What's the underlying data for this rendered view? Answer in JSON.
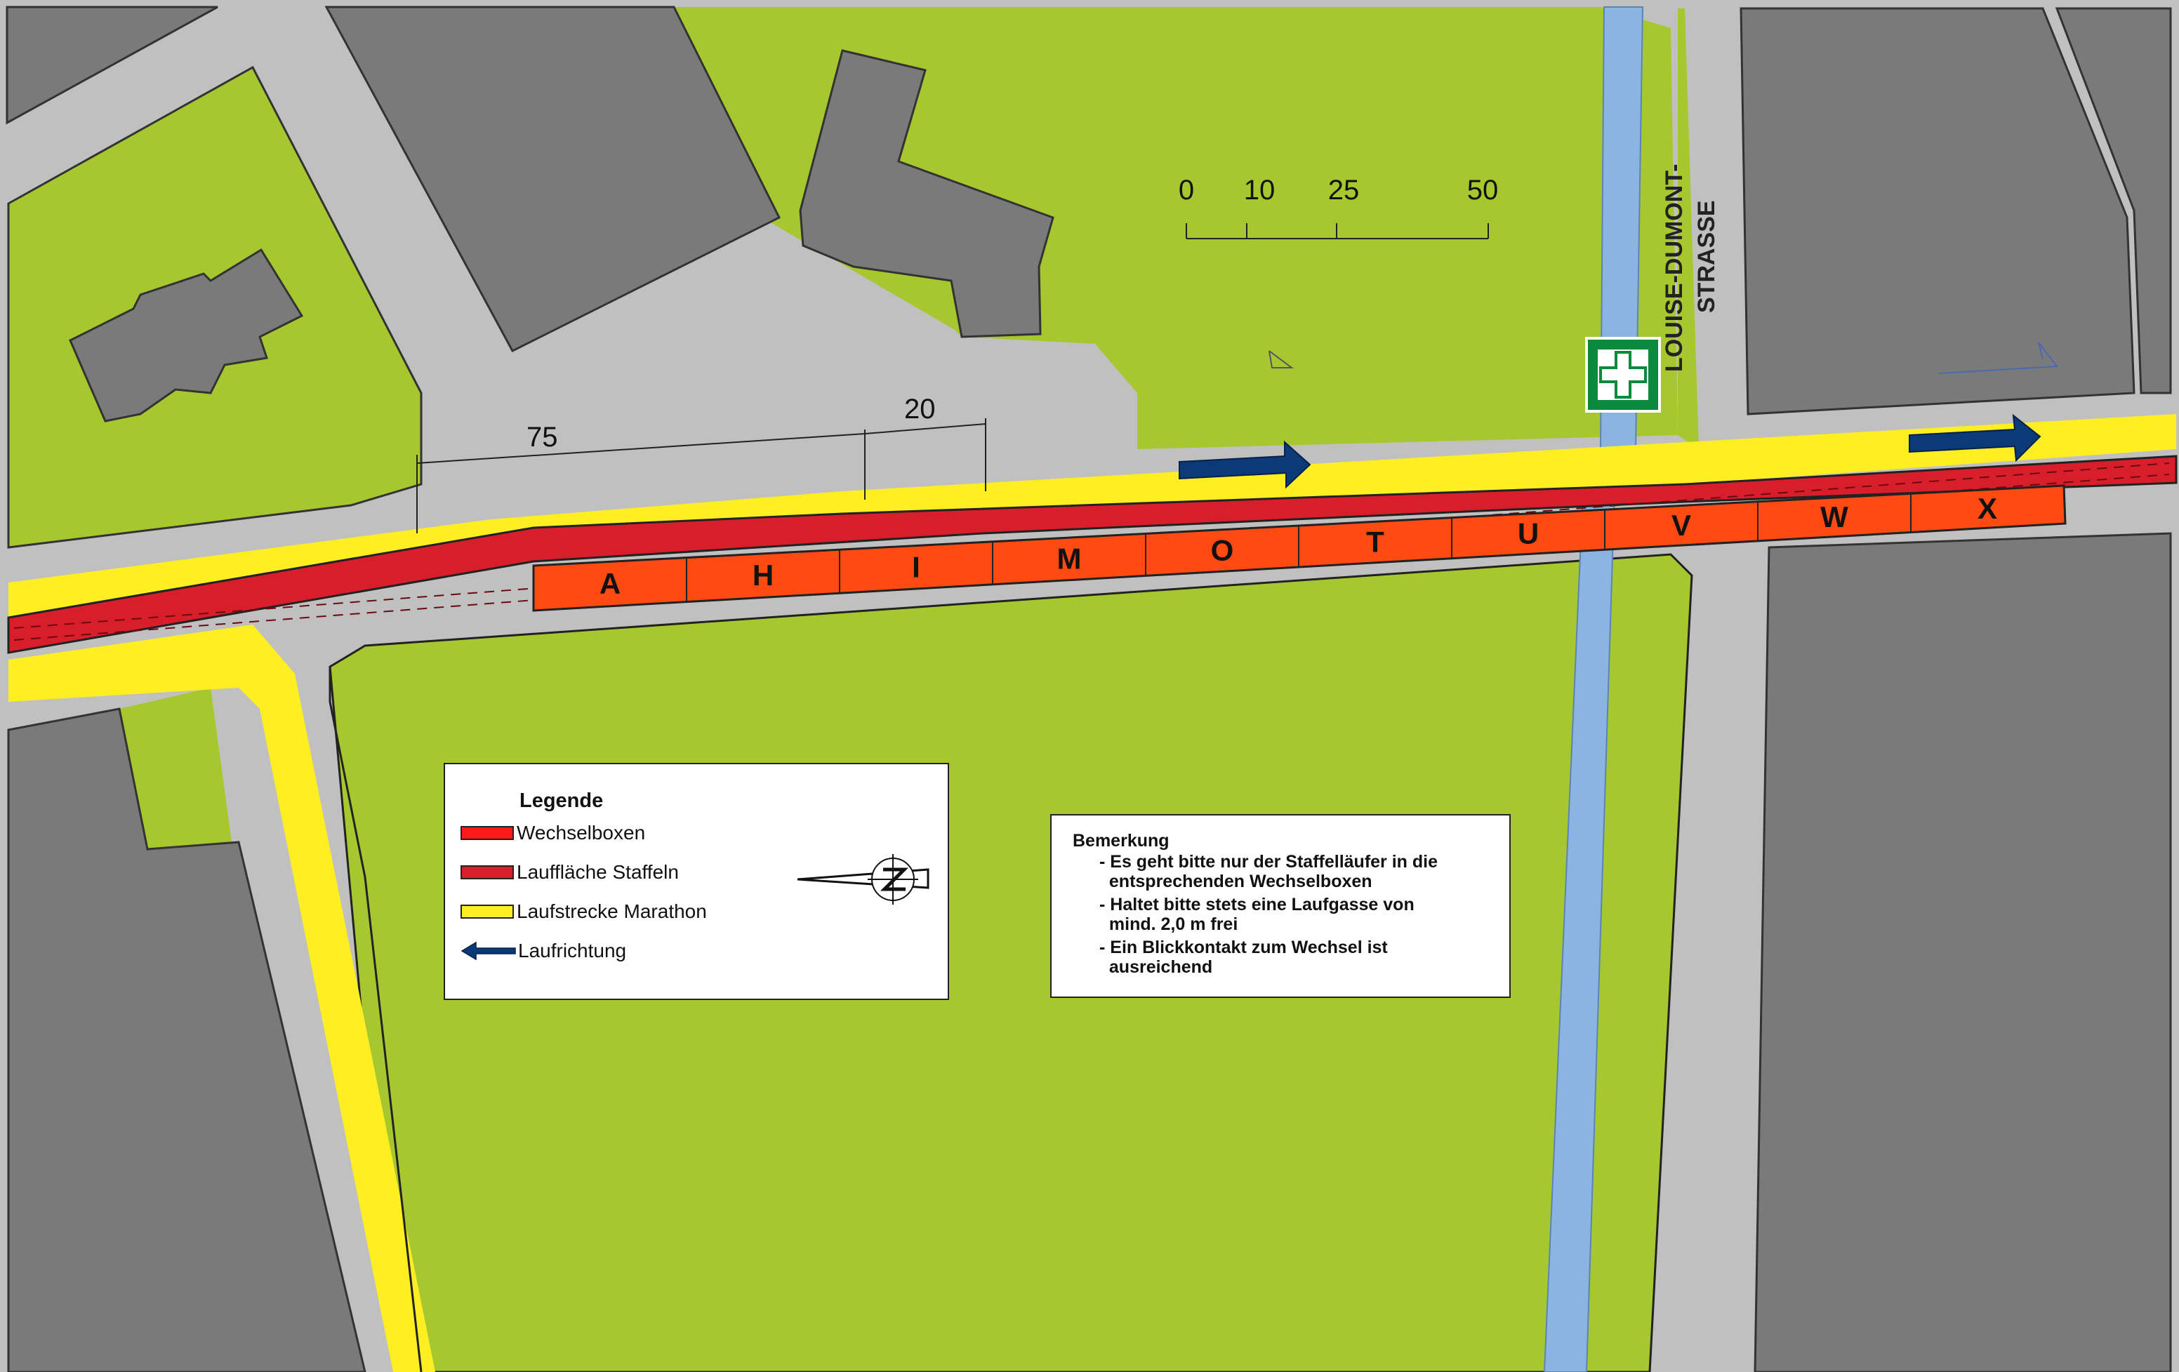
{
  "street_name": {
    "line1": "LOUISE-DUMONT-",
    "line2": "STRASSE"
  },
  "scale_bar": {
    "ticks": [
      "0",
      "10",
      "25",
      "50"
    ]
  },
  "dimensions": {
    "label_75": "75",
    "label_20": "20"
  },
  "exchange_boxes": [
    "A",
    "H",
    "I",
    "M",
    "O",
    "T",
    "U",
    "V",
    "W",
    "X"
  ],
  "legend": {
    "title": "Legende",
    "items": [
      {
        "label": "Wechselboxen",
        "color": "#ff1a1a"
      },
      {
        "label": "Lauffläche Staffeln",
        "color": "#d81e2a"
      },
      {
        "label": "Laufstrecke Marathon",
        "color": "#ffee22"
      },
      {
        "label": "Laufrichtung",
        "color": "#0b3a78"
      }
    ]
  },
  "remark": {
    "title": "Bemerkung",
    "lines": [
      "- Es geht bitte nur der Staffelläufer in die",
      "  entsprechenden Wechselboxen",
      "- Haltet bitte stets eine Laufgasse von",
      "  mind. 2,0 m frei",
      "- Ein Blickkontakt zum Wechsel ist",
      "  ausreichend"
    ]
  },
  "colors": {
    "grass": "#a6c82e",
    "road": "#c0c0c0",
    "building": "#7a7a7a",
    "water": "#8cb4e2",
    "marathon": "#ffee22",
    "relay_lane": "#d81e2a",
    "exchange_box": "#ff4a12",
    "arrow": "#0b3a78",
    "first_aid": "#0b8a3e"
  },
  "icons": {
    "first_aid": "first-aid-cross-icon",
    "north": "north-arrow-icon",
    "direction": "direction-arrow-icon"
  }
}
